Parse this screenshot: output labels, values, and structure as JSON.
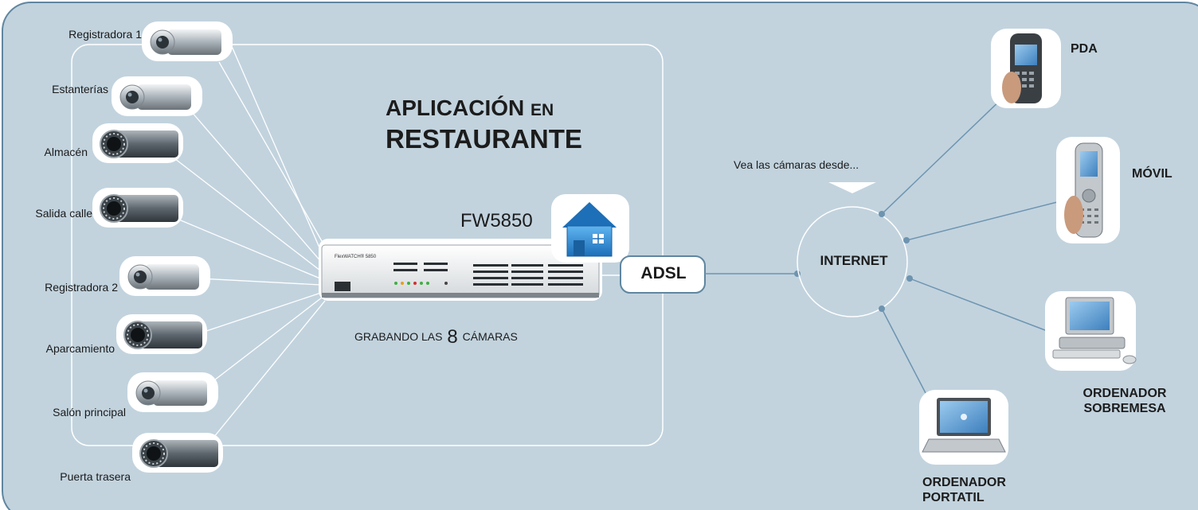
{
  "title": {
    "line1_main": "APLICACIÓN",
    "line1_small": "EN",
    "line2": "RESTAURANTE"
  },
  "device": {
    "model": "FW5850",
    "front_label": "FlexWATCH® 5850",
    "recording_prefix": "GRABANDO LAS",
    "recording_count": "8",
    "recording_suffix": "CÁMARAS"
  },
  "cameras": [
    {
      "label": "Registradora 1",
      "type": "box"
    },
    {
      "label": "Estanterías",
      "type": "box"
    },
    {
      "label": "Almacén",
      "type": "ir"
    },
    {
      "label": "Salida calle",
      "type": "ir"
    },
    {
      "label": "Registradora 2",
      "type": "box"
    },
    {
      "label": "Aparcamiento",
      "type": "ir"
    },
    {
      "label": "Salón principal",
      "type": "box"
    },
    {
      "label": "Puerta trasera",
      "type": "ir"
    }
  ],
  "network": {
    "adsl": "ADSL",
    "internet": "INTERNET",
    "view_from": "Vea las cámaras desde..."
  },
  "clients": {
    "pda": "PDA",
    "movil": "MÓVIL",
    "desktop_line1": "ORDENADOR",
    "desktop_line2": "SOBREMESA",
    "laptop_line1": "ORDENADOR",
    "laptop_line2": "PORTATIL"
  },
  "colors": {
    "background": "#c2d3de",
    "border": "#5f86a0",
    "lines": "#6d94b0",
    "house": "#2f8fd6"
  }
}
